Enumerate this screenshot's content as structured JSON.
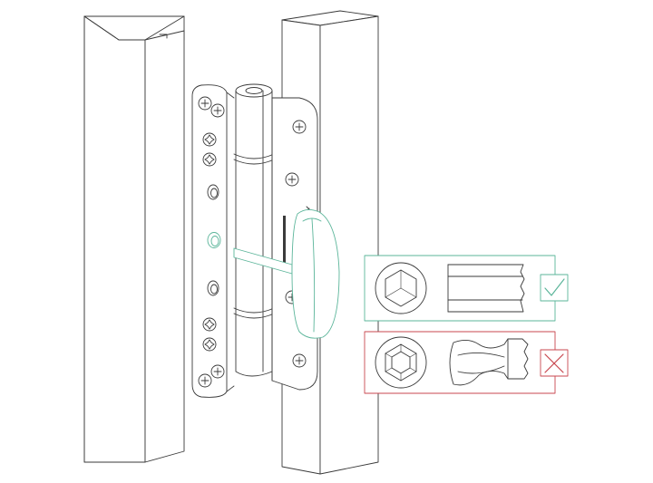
{
  "colors": {
    "line": "#3a3a3a",
    "background": "#ffffff",
    "correct_accent": "#5bb59a",
    "wrong_accent": "#c8474f"
  },
  "icons": {
    "correct": "check-icon",
    "wrong": "cross-icon"
  },
  "panels": {
    "correct": {
      "tool": "hex-key-straight",
      "result": "correct"
    },
    "wrong": {
      "tool": "hex-key-ball-end",
      "result": "wrong"
    }
  }
}
